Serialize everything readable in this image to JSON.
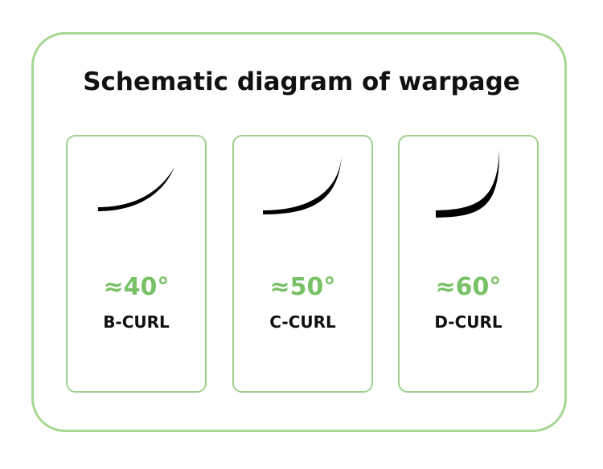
{
  "title": "Schematic diagram of warpage",
  "cards": [
    {
      "angle": "≈40°",
      "name": "B-CURL"
    },
    {
      "angle": "≈50°",
      "name": "C-CURL"
    },
    {
      "angle": "≈60°",
      "name": "D-CURL"
    }
  ],
  "colors": {
    "accent": "#78c166",
    "border": "#a5d893"
  }
}
